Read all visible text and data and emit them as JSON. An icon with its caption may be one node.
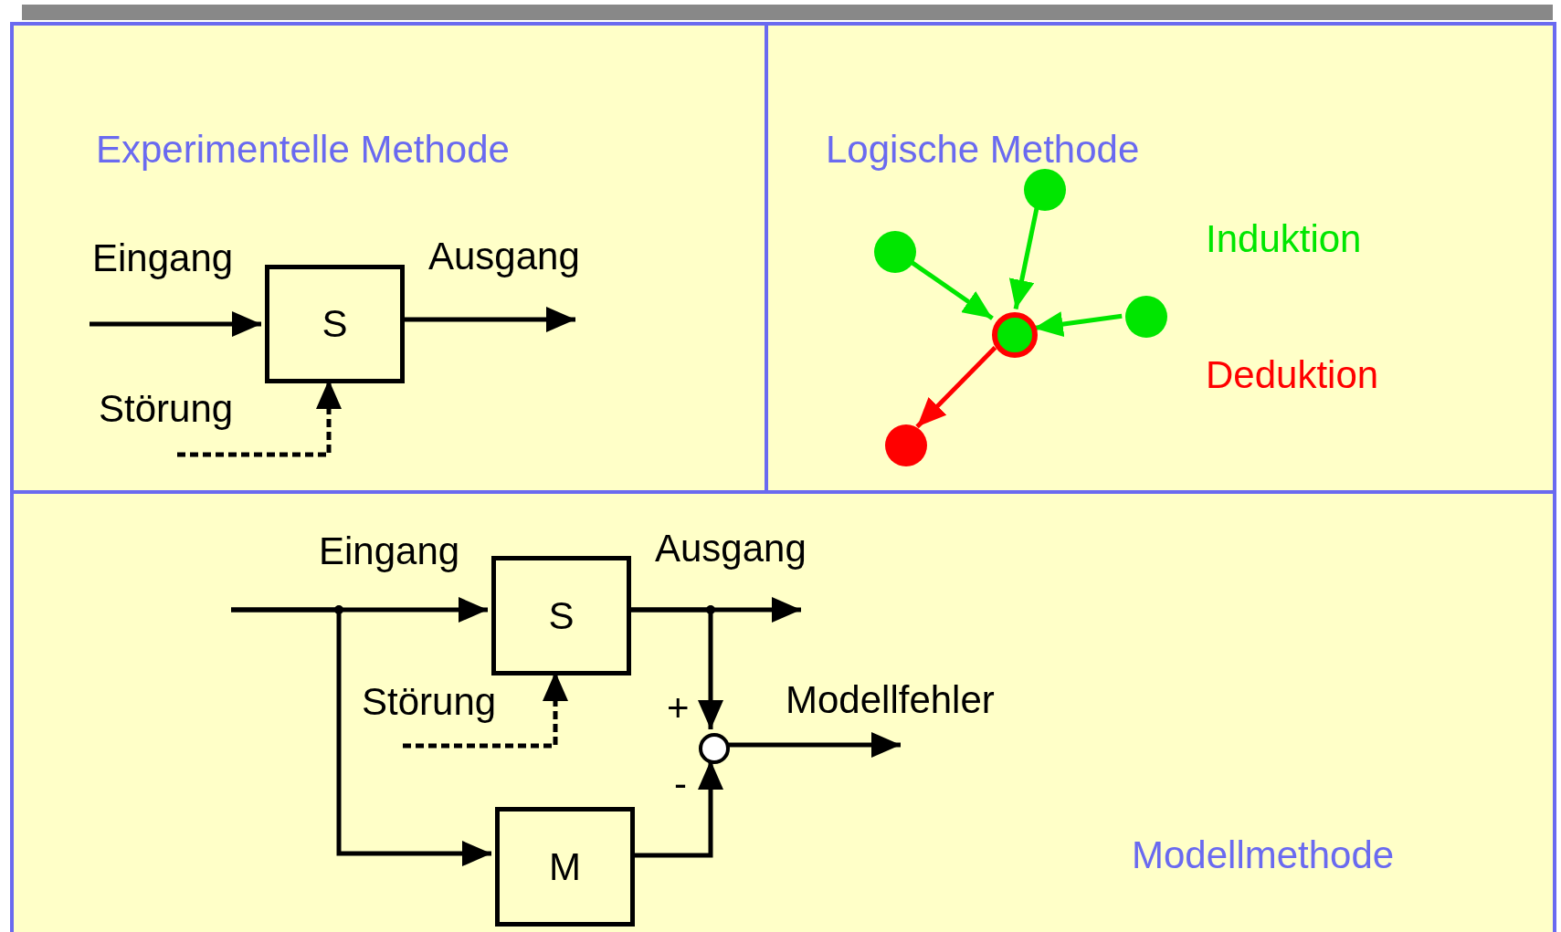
{
  "diagram": {
    "nodes": [
      {
        "text": [
          "Experimentelle Methode"
        ]
      },
      {
        "text": [
          "S"
        ],
        "in": 0
      },
      {
        "text": [
          "Logische Methode"
        ]
      },
      {
        "text": [],
        "shape": "circle",
        "in": 2
      },
      {
        "text": [],
        "shape": "circle",
        "in": 2
      },
      {
        "text": [],
        "shape": "circle",
        "in": 2
      },
      {
        "text": [],
        "shape": "circle",
        "in": 2
      },
      {
        "text": [],
        "shape": "circle",
        "in": 2
      },
      {
        "text": [
          "Modellmethode"
        ]
      },
      {
        "text": [
          "S"
        ],
        "in": 8
      },
      {
        "text": [
          "M"
        ],
        "in": 8
      },
      {
        "text": [],
        "shape": "circle",
        "in": 8
      }
    ],
    "edges": [
      {
        "from": null,
        "to": 1,
        "arrow": "to"
      },
      {
        "from": 1,
        "to": null,
        "arrow": "to"
      },
      {
        "from": null,
        "to": 1,
        "arrow": "to",
        "style": "dashed"
      },
      {
        "from": 3,
        "to": 5,
        "arrow": "to",
        "color": "#00e600"
      },
      {
        "from": 6,
        "to": 5,
        "arrow": "to",
        "color": "#00e600"
      },
      {
        "from": 7,
        "to": 5,
        "arrow": "to",
        "color": "#00e600"
      },
      {
        "from": 5,
        "to": 4,
        "arrow": "to",
        "color": "#ff0000"
      },
      {
        "from": null,
        "to": 9,
        "arrow": "to"
      },
      {
        "from": null,
        "to": 10,
        "arrow": "to"
      },
      {
        "from": 9,
        "to": null,
        "arrow": "to"
      },
      {
        "from": 9,
        "to": 11,
        "arrow": "to"
      },
      {
        "from": 10,
        "to": 11,
        "arrow": "to"
      },
      {
        "from": 11,
        "to": null,
        "arrow": "to"
      },
      {
        "from": null,
        "to": 9,
        "arrow": "to",
        "style": "dashed"
      }
    ],
    "labels": [
      "Eingang",
      "Ausgang",
      "Störung",
      "Induktion",
      "Deduktion",
      "Eingang",
      "Ausgang",
      "Störung",
      "+",
      "Modellfehler",
      "-"
    ]
  }
}
